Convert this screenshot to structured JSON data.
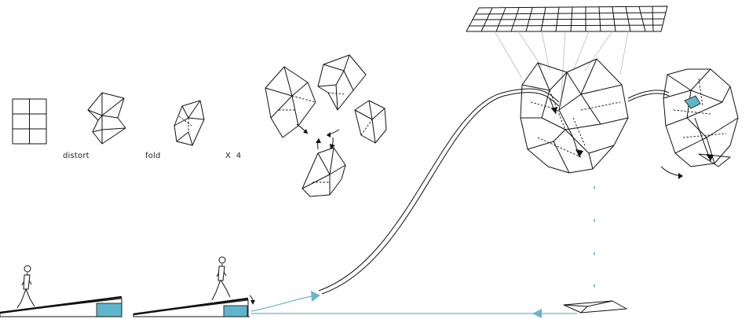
{
  "labels": {
    "distort": "distort",
    "fold": "fold",
    "times": "X  4"
  },
  "colors": {
    "ink": "#111111",
    "accent": "#6ab4c8",
    "accent_fill": "#5fb6cc",
    "grid_line": "#bbbbbb"
  },
  "icons": {
    "grid": "grid-icon",
    "walker": "walking-person-icon",
    "drop": "water-drop-icon",
    "arrow": "arrowhead-icon"
  }
}
